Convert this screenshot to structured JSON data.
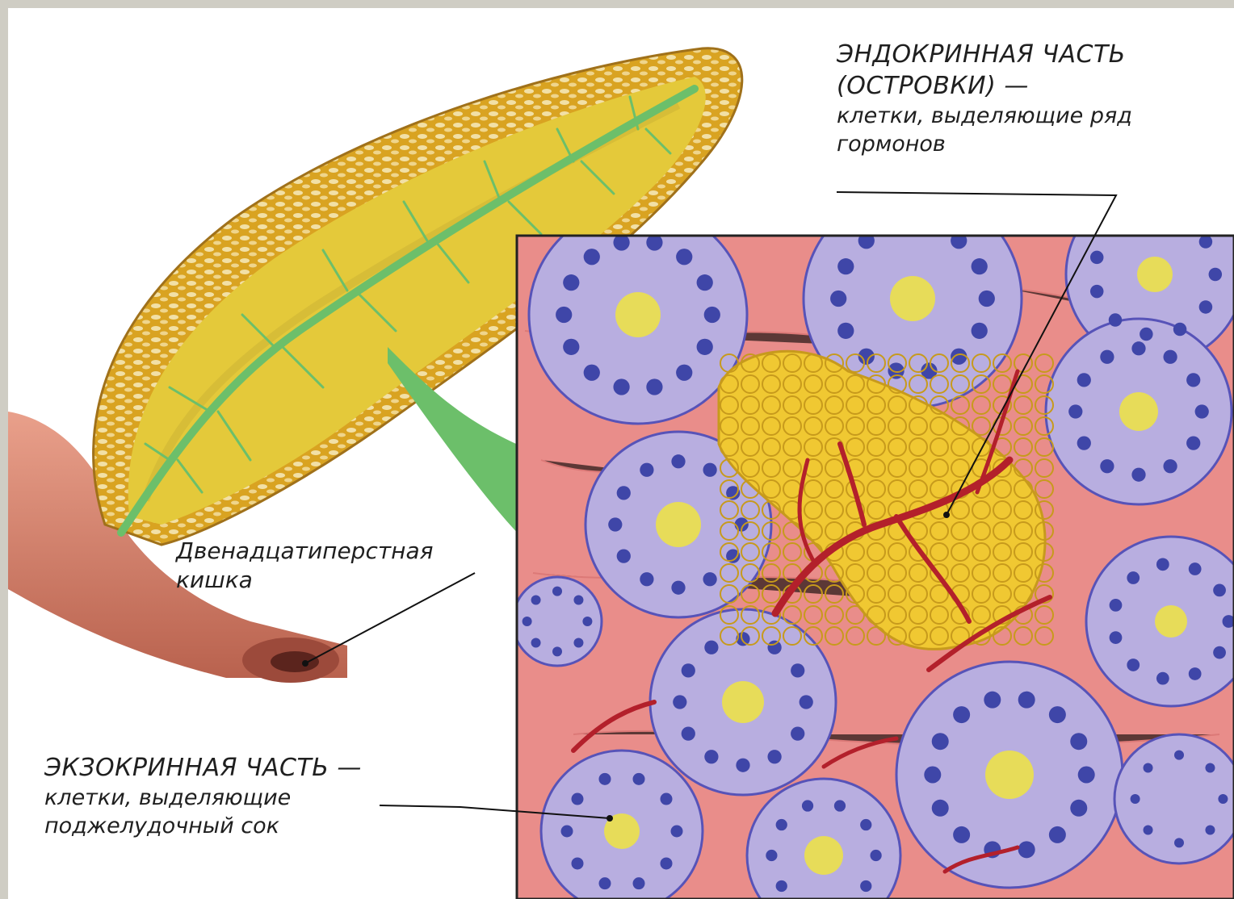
{
  "labels": {
    "endocrine": {
      "title_line1": "ЭНДОКРИННАЯ ЧАСТЬ",
      "title_line2": "(ОСТРОВКИ) —",
      "desc_line1": "клетки, выделяющие ряд",
      "desc_line2": "гормонов"
    },
    "duodenum": {
      "line1": "Двенадцатиперстная",
      "line2": "кишка"
    },
    "exocrine": {
      "title": "ЭКЗОКРИННАЯ ЧАСТЬ —",
      "desc_line1": "клетки, выделяющие",
      "desc_line2": "поджелудочный сок"
    }
  },
  "colors": {
    "gland_outer": "#d9a321",
    "gland_inner": "#e8cf3a",
    "duct": "#6cbf6a",
    "duodenum": "#d98a72",
    "stroma": "#e98d8a",
    "acinus": "#b8aee0",
    "acinus_border": "#5753b8",
    "nucleus": "#3f46a8",
    "islet": "#f0c832",
    "vessel": "#b3202b"
  }
}
